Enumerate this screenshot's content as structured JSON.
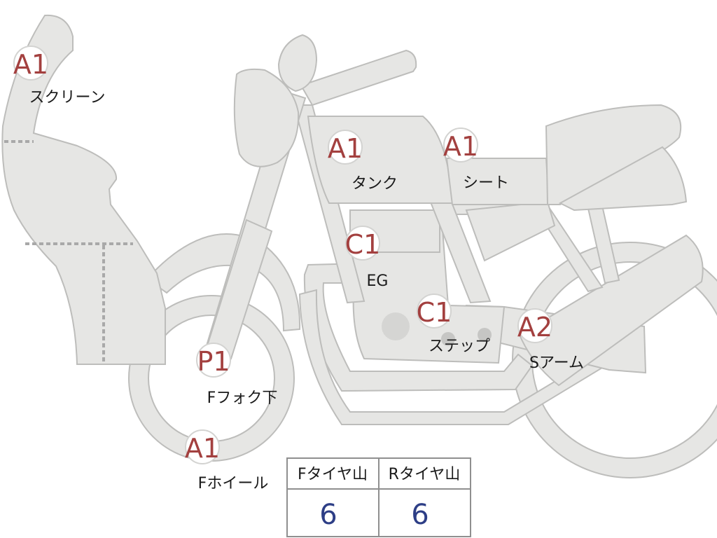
{
  "parts": [
    {
      "id": "screen",
      "grade": "A1",
      "label": "スクリーン"
    },
    {
      "id": "tank",
      "grade": "A1",
      "label": "タンク"
    },
    {
      "id": "seat",
      "grade": "A1",
      "label": "シート"
    },
    {
      "id": "engine",
      "grade": "C1",
      "label": "EG"
    },
    {
      "id": "step",
      "grade": "C1",
      "label": "ステップ"
    },
    {
      "id": "swingarm",
      "grade": "A2",
      "label": "Sアーム"
    },
    {
      "id": "fork",
      "grade": "P1",
      "label": "Fフォク下"
    },
    {
      "id": "wheel",
      "grade": "A1",
      "label": "Fホイール"
    }
  ],
  "tires": {
    "front_header": "Fタイヤ山",
    "rear_header": "Rタイヤ山",
    "front_value": "6",
    "rear_value": "6"
  },
  "colors": {
    "grade": "#a3403f",
    "tire_value": "#2d3e86",
    "body": "#e6e6e4"
  }
}
